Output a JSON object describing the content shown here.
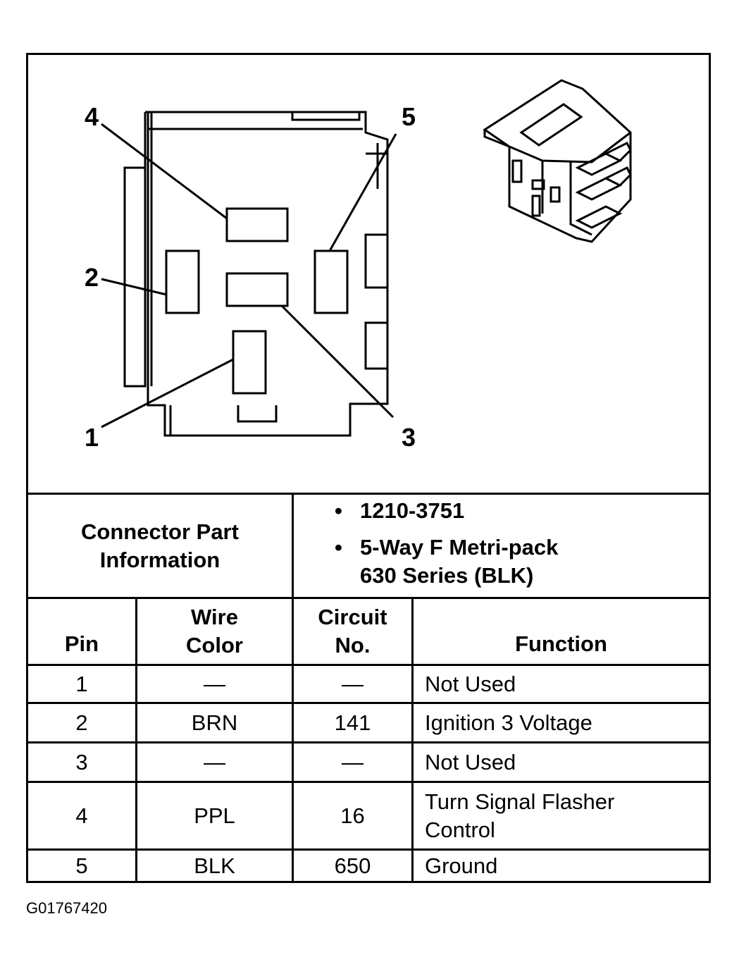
{
  "diagram": {
    "pin_callouts": [
      "1",
      "2",
      "3",
      "4",
      "5"
    ]
  },
  "connector_info": {
    "label_line1": "Connector Part",
    "label_line2": "Information",
    "bullet": "•",
    "part_number": "1210-3751",
    "description_line1": "5-Way F Metri-pack",
    "description_line2": "630 Series (BLK)"
  },
  "table": {
    "headers": {
      "pin": "Pin",
      "wire_color_1": "Wire",
      "wire_color_2": "Color",
      "circuit_1": "Circuit",
      "circuit_2": "No.",
      "function": "Function"
    },
    "rows": [
      {
        "pin": "1",
        "wire_color": "—",
        "circuit": "—",
        "function_1": "Not Used",
        "function_2": ""
      },
      {
        "pin": "2",
        "wire_color": "BRN",
        "circuit": "141",
        "function_1": "Ignition 3 Voltage",
        "function_2": ""
      },
      {
        "pin": "3",
        "wire_color": "—",
        "circuit": "—",
        "function_1": "Not Used",
        "function_2": ""
      },
      {
        "pin": "4",
        "wire_color": "PPL",
        "circuit": "16",
        "function_1": "Turn Signal Flasher",
        "function_2": "Control"
      },
      {
        "pin": "5",
        "wire_color": "BLK",
        "circuit": "650",
        "function_1": "Ground",
        "function_2": ""
      }
    ]
  },
  "figure_id": "G01767420"
}
